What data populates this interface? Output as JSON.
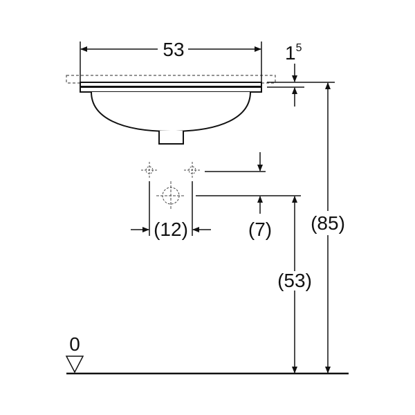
{
  "dimensions": {
    "width": "53",
    "top_thickness_base": "1",
    "top_thickness_sup": "5",
    "tap_spacing": "(12)",
    "tap_drop": "(7)",
    "outlet_height": "(53)",
    "total_height": "(85)",
    "floor_level": "0"
  },
  "colors": {
    "line": "#111111",
    "dashed": "#555555",
    "background": "#ffffff"
  }
}
